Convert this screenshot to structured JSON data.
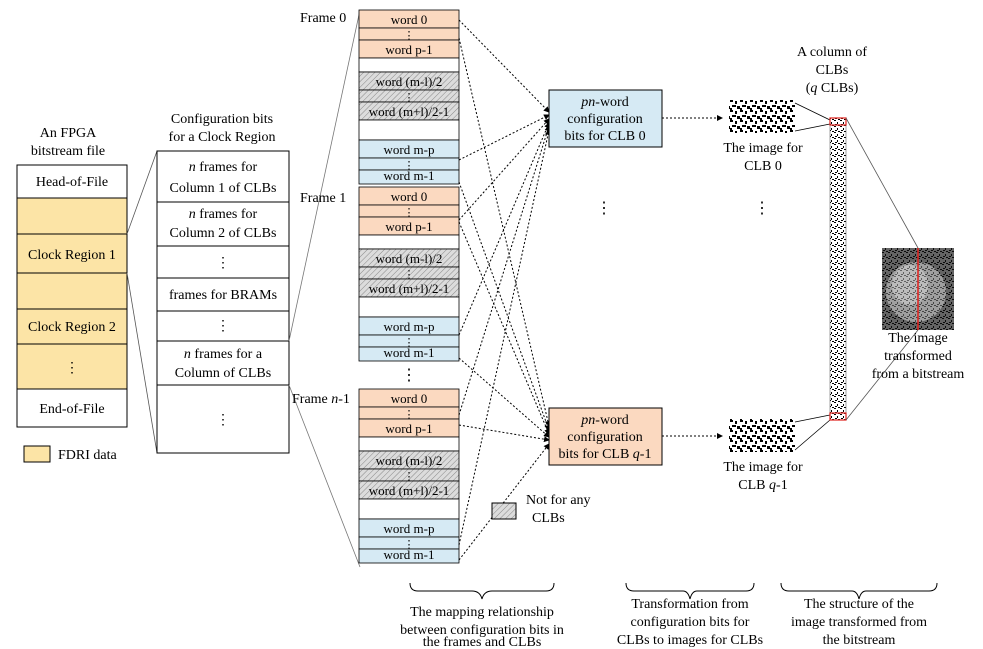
{
  "colors": {
    "fdri": "#fce4a6",
    "orange": "#fbd9c0",
    "blue": "#d6eaf4",
    "gray_hatch": "#dcdcdc",
    "stroke": "#000000",
    "red_marker": "#e0201c"
  },
  "bitstream": {
    "title_line1": "An FPGA",
    "title_line2": "bitstream file",
    "rows": [
      "Head-of-File",
      "",
      "Clock Region 1",
      "",
      "Clock Region 2",
      "⋮",
      "End-of-File"
    ],
    "legend": "FDRI data"
  },
  "clock_region": {
    "title_line1": "Configuration bits",
    "title_line2": "for a Clock Region",
    "rows": [
      {
        "n": "n",
        "line1": " frames for",
        "line2": "Column 1 of CLBs"
      },
      {
        "n": "n",
        "line1": " frames for",
        "line2": "Column 2 of CLBs"
      },
      {
        "n": "",
        "line1": "⋮",
        "line2": ""
      },
      {
        "n": "",
        "line1": "frames for BRAMs",
        "line2": ""
      },
      {
        "n": "",
        "line1": "⋮",
        "line2": ""
      },
      {
        "n": "n",
        "line1": " frames for a",
        "line2": "Column of CLBs"
      },
      {
        "n": "",
        "line1": "⋮",
        "line2": ""
      }
    ]
  },
  "frames": {
    "labels": [
      "Frame 0",
      "Frame 1",
      "Frame n-1"
    ],
    "words": {
      "word0": "word 0",
      "wordp1": "word p-1",
      "wordml2": "word (m-l)/2",
      "wordmpl": "word (m+l)/2-1",
      "wordmp": "word m-p",
      "wordm1": "word m-1"
    },
    "vdots": "⋮"
  },
  "clb_boxes": {
    "clb0": [
      "pn-word",
      "configuration",
      "bits for CLB 0"
    ],
    "clbq": [
      "pn-word",
      "configuration",
      "bits for CLB q-1"
    ]
  },
  "images": {
    "clb0_caption": [
      "The image for",
      "CLB 0"
    ],
    "clbq_caption": [
      "The image for",
      "CLB q-1"
    ],
    "column_title": [
      "A column of",
      "CLBs",
      "(q CLBs)"
    ],
    "transformed_caption": [
      "The image",
      "transformed",
      "from a bitstream"
    ]
  },
  "legend_gray": [
    "Not for any",
    "CLBs"
  ],
  "bottom_labels": {
    "mapping": [
      "The mapping relationship",
      "between configuration bits in",
      "the frames and CLBs"
    ],
    "transformation": [
      "Transformation from",
      "configuration bits for",
      "CLBs to images for CLBs"
    ],
    "structure": [
      "The structure of the",
      "image transformed from",
      "the bitstream"
    ]
  }
}
